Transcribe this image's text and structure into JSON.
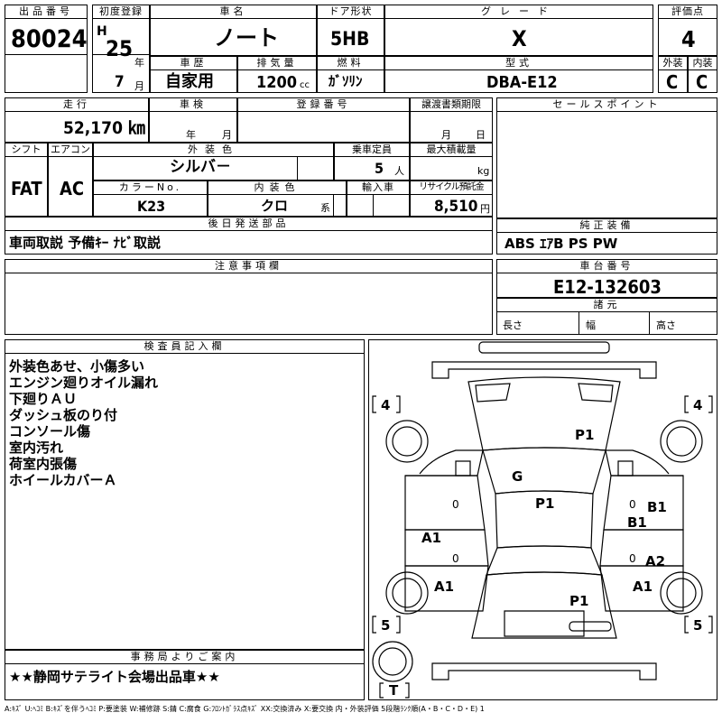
{
  "header": {
    "lot_label": "出品番号",
    "lot_number": "80024",
    "first_reg_label": "初度登録",
    "era": "H",
    "year": "25",
    "year_unit": "年",
    "month": "7",
    "month_unit": "月",
    "car_name_label": "車名",
    "car_name": "ノート",
    "door_label": "ドア形状",
    "door": "5HB",
    "grade_label": "グレード",
    "grade": "X",
    "score_label": "評価点",
    "score": "4",
    "history_label": "車歴",
    "history": "自家用",
    "displacement_label": "排気量",
    "displacement": "1200",
    "displacement_unit": "cc",
    "fuel_label": "燃料",
    "fuel": "ｶﾞｿﾘﾝ",
    "model_label": "型式",
    "model": "DBA-E12",
    "exterior_label": "外装",
    "exterior_score": "C",
    "interior_label": "内装",
    "interior_score": "C"
  },
  "info": {
    "mileage_label": "走行",
    "mileage": "52,170 ㎞",
    "inspection_label": "車検",
    "inspection_year_unit": "年",
    "inspection_month_unit": "月",
    "reg_number_label": "登録番号",
    "transfer_label": "譲渡書類期限",
    "transfer_month_unit": "月",
    "transfer_day_unit": "日",
    "shift_label": "シフト",
    "shift": "FAT",
    "aircon_label": "エアコン",
    "aircon": "AC",
    "exterior_color_label": "外装色",
    "exterior_color": "シルバ－",
    "capacity_label": "乗車定員",
    "capacity": "5",
    "capacity_unit": "人",
    "load_label": "最大積載量",
    "load_unit": "kg",
    "color_no_label": "カラーNo.",
    "color_no": "K23",
    "interior_color_label": "内装色",
    "interior_color": "クロ",
    "interior_color_suffix": "系",
    "import_label": "輸入車",
    "recycle_label": "リサイクル預託金",
    "recycle": "8,510",
    "recycle_unit": "円"
  },
  "later_parts": {
    "label": "後日発送部品",
    "text": "車両取説 予備ｷｰ ﾅﾋﾞ取説"
  },
  "sales_points": {
    "label": "セールスポイント"
  },
  "genuine_equipment": {
    "label": "純正装備",
    "text": "ABS ｴｱB PS PW"
  },
  "notes": {
    "label": "注意事項欄"
  },
  "chassis": {
    "label": "車台番号",
    "number": "E12-132603"
  },
  "dimensions": {
    "label": "諸元",
    "length_label": "長さ",
    "width_label": "幅",
    "height_label": "高さ"
  },
  "inspector": {
    "label": "検査員記入欄",
    "remarks": [
      "外装色あせ、小傷多い",
      "エンジン廻りオイル漏れ",
      "下廻りＡＵ",
      "ダッシュ板のり付",
      "コンソール傷",
      "室内汚れ",
      "荷室内張傷",
      "ホイールカバーＡ"
    ]
  },
  "office": {
    "label": "事務局よりご案内",
    "text": "★★静岡サテライト会場出品車★★"
  },
  "diagram": {
    "front_left_tire": "4",
    "front_right_tire": "4",
    "rear_left_tire": "5",
    "rear_right_tire": "5",
    "spare_tire": "T",
    "marks": {
      "hood": "P1",
      "windshield": "G",
      "roof": "P1",
      "right_front_door": "B1",
      "right_rear_door_upper": "B1",
      "right_rear_door_lower": "A2",
      "right_rear_fender": "A1",
      "left_front_door": "A1",
      "left_rear_fender": "A1",
      "trunk": "P1",
      "right_front_door_zero": "0",
      "right_rear_door_zero": "0",
      "left_front_door_zero": "0",
      "left_rear_door_zero": "0"
    }
  },
  "legend": "A:ｷｽﾞ U:ﾍｺﾐ B:ｷｽﾞを伴うﾍｺﾐ P:要塗装 W:補修跡 S:錆 C:腐食 G:ﾌﾛﾝﾄｶﾞﾗｽ点ｷｽﾞ XX:交換済み X:要交換 内・外装評価 5段階ﾗﾝｸ順(A・B・C・D・E) 1"
}
